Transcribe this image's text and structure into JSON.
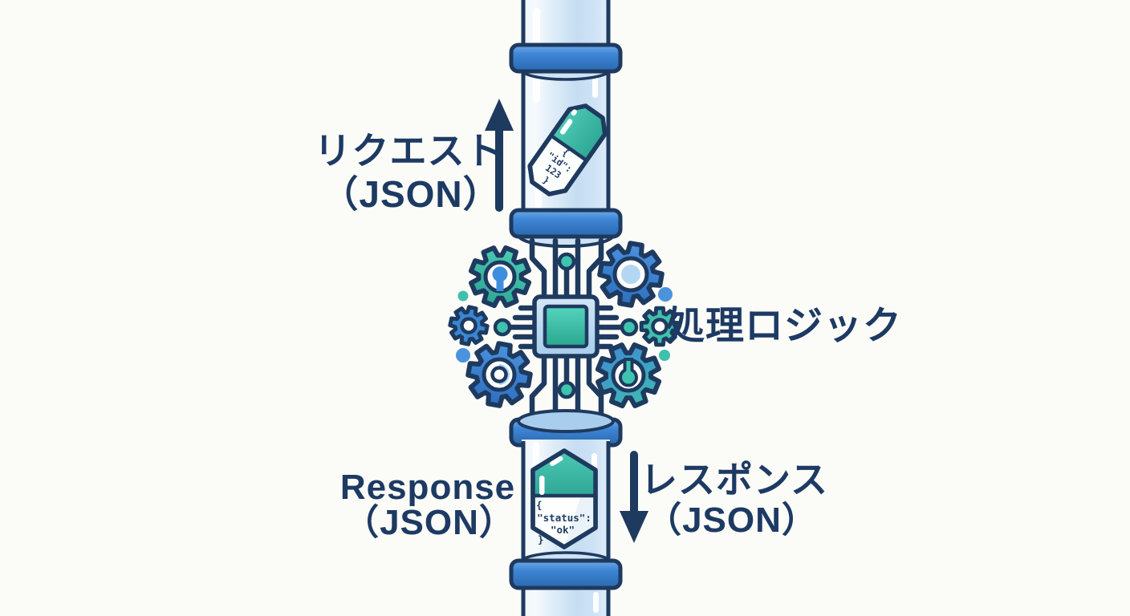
{
  "palette": {
    "background": "#fbfbf8",
    "outline_navy": "#1e3a5f",
    "text_navy": "#1d3a63",
    "blue": "#3f86d6",
    "blue_dark": "#2a68ae",
    "light_blue": "#b3d7f2",
    "teal": "#3ec4ae",
    "teal_dark": "#2fa795",
    "glass_blue": "#cfe3f4"
  },
  "labels": {
    "request": {
      "line1": "リクエスト",
      "line2": "（JSON）"
    },
    "processing": {
      "text": "処理ロジック"
    },
    "response_en": {
      "line1": "Response",
      "line2": "（JSON）"
    },
    "response_ja": {
      "line1": "レスポンス",
      "line2": "（JSON）"
    }
  },
  "request_capsule": {
    "l1": "{",
    "l2": "\"id\":",
    "l3": "123",
    "l4": "}"
  },
  "response_capsule": {
    "l1": "{",
    "l2": "\"status\":",
    "l3": "\"ok\"",
    "l4": "}"
  },
  "icons": {
    "pipe-icon": "vertical glass tube with blue collars",
    "request-capsule-icon": "tilted two-tone pill capsule",
    "response-capsule-icon": "hexagonal two-tone capsule",
    "cpu-chip-icon": "teal microchip with pins and circuit traces",
    "gear-icon": "eight-tooth cog",
    "arrow-up-icon": "upward navy arrow",
    "arrow-down-icon": "downward navy arrow",
    "accent-dot-icon": "small blue/teal circle"
  }
}
